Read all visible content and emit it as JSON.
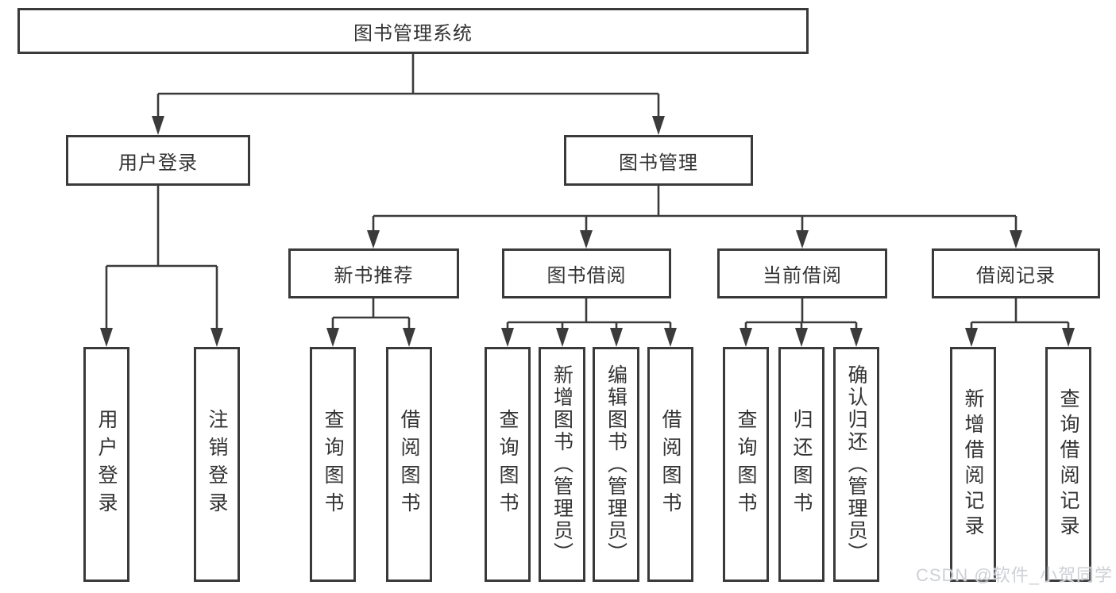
{
  "diagram": {
    "root": "图书管理系统",
    "branches": [
      {
        "label": "用户登录",
        "leaves": [
          "用户登录",
          "注销登录"
        ]
      },
      {
        "label": "图书管理",
        "groups": [
          {
            "label": "新书推荐",
            "leaves": [
              "查询图书",
              "借阅图书"
            ]
          },
          {
            "label": "图书借阅",
            "leaves": [
              "查询图书",
              "新增图书（管理员）",
              "编辑图书（管理员）",
              "借阅图书"
            ]
          },
          {
            "label": "当前借阅",
            "leaves": [
              "查询图书",
              "归还图书",
              "确认归还（管理员）"
            ]
          },
          {
            "label": "借阅记录",
            "leaves": [
              "新增借阅记录",
              "查询借阅记录"
            ]
          }
        ]
      }
    ]
  },
  "watermark": "CSDN @软件_小贺同学"
}
